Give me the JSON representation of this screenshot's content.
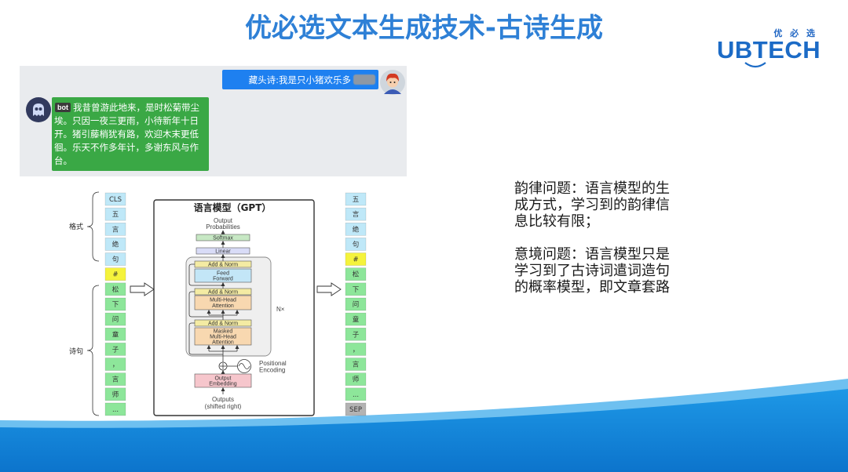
{
  "slide": {
    "title": "优必选文本生成技术-古诗生成",
    "logo": {
      "cn": "优 必 选",
      "en": "UBTECH",
      "color": "#1c6bc6"
    },
    "colors": {
      "title": "#2e80d6",
      "wave": "#1a93e3",
      "wave_light": "#6ec0f0"
    }
  },
  "chat": {
    "user_message": "藏头诗:我是只小猪欢乐多",
    "bot_tag": "bot",
    "bot_message_lines": [
      "我昔曾游此地来，是时松菊带尘",
      "埃。只因一夜三更雨，小待新年十日",
      "开。猪引藤梢犹有路，欢迎木末更低",
      "徊。乐天不作多年计，多谢东风与作",
      "台。"
    ],
    "colors": {
      "user_bubble": "#1e80f0",
      "bot_bubble": "#3aa845",
      "background": "#e9ebee"
    }
  },
  "diagram": {
    "title": "语言模型（GPT）",
    "brace_labels": {
      "format": "格式",
      "poem": "诗句"
    },
    "input_tokens": {
      "format": [
        "CLS",
        "五",
        "言",
        "绝",
        "句"
      ],
      "separator": [
        "#"
      ],
      "poem": [
        "松",
        "下",
        "问",
        "童",
        "子",
        "，",
        "言",
        "师",
        "..."
      ]
    },
    "output_tokens": {
      "format": [
        "五",
        "言",
        "绝",
        "句"
      ],
      "separator": [
        "#"
      ],
      "poem": [
        "松",
        "下",
        "问",
        "童",
        "子",
        "，",
        "言",
        "师",
        "..."
      ],
      "end": [
        "SEP"
      ]
    },
    "token_colors": {
      "format": "#bfe8f8",
      "separator": "#f5f33c",
      "poem": "#8de69a",
      "end": "#b3b3b3"
    },
    "blocks": {
      "output_probabilities": [
        "Output",
        "Probabilities"
      ],
      "softmax": "Softmax",
      "linear": "Linear",
      "add_norm": "Add & Norm",
      "feed_forward": [
        "Feed",
        "Forward"
      ],
      "multi_head_attention": [
        "Multi-Head",
        "Attention"
      ],
      "masked_attention": [
        "Masked",
        "Multi-Head",
        "Attention"
      ],
      "repeat": "N×",
      "positional_encoding": [
        "Positional",
        "Encoding"
      ],
      "output_embedding": [
        "Output",
        "Embedding"
      ],
      "outputs": [
        "Outputs",
        "(shifted right)"
      ]
    },
    "block_colors": {
      "softmax": "#c7e8c4",
      "linear": "#d9dcf7",
      "add_norm": "#f4eba3",
      "feed_forward": "#c3e6f7",
      "attention": "#f8d8b0",
      "embedding": "#f6c6cc"
    }
  },
  "notes": {
    "paragraphs": [
      [
        "韵律问题：语言模型的生",
        "成方式，学习到的韵律信",
        "息比较有限；"
      ],
      [
        "意境问题：语言模型只是",
        "学习到了古诗词遣词造句",
        "的概率模型，即文章套路"
      ]
    ]
  }
}
